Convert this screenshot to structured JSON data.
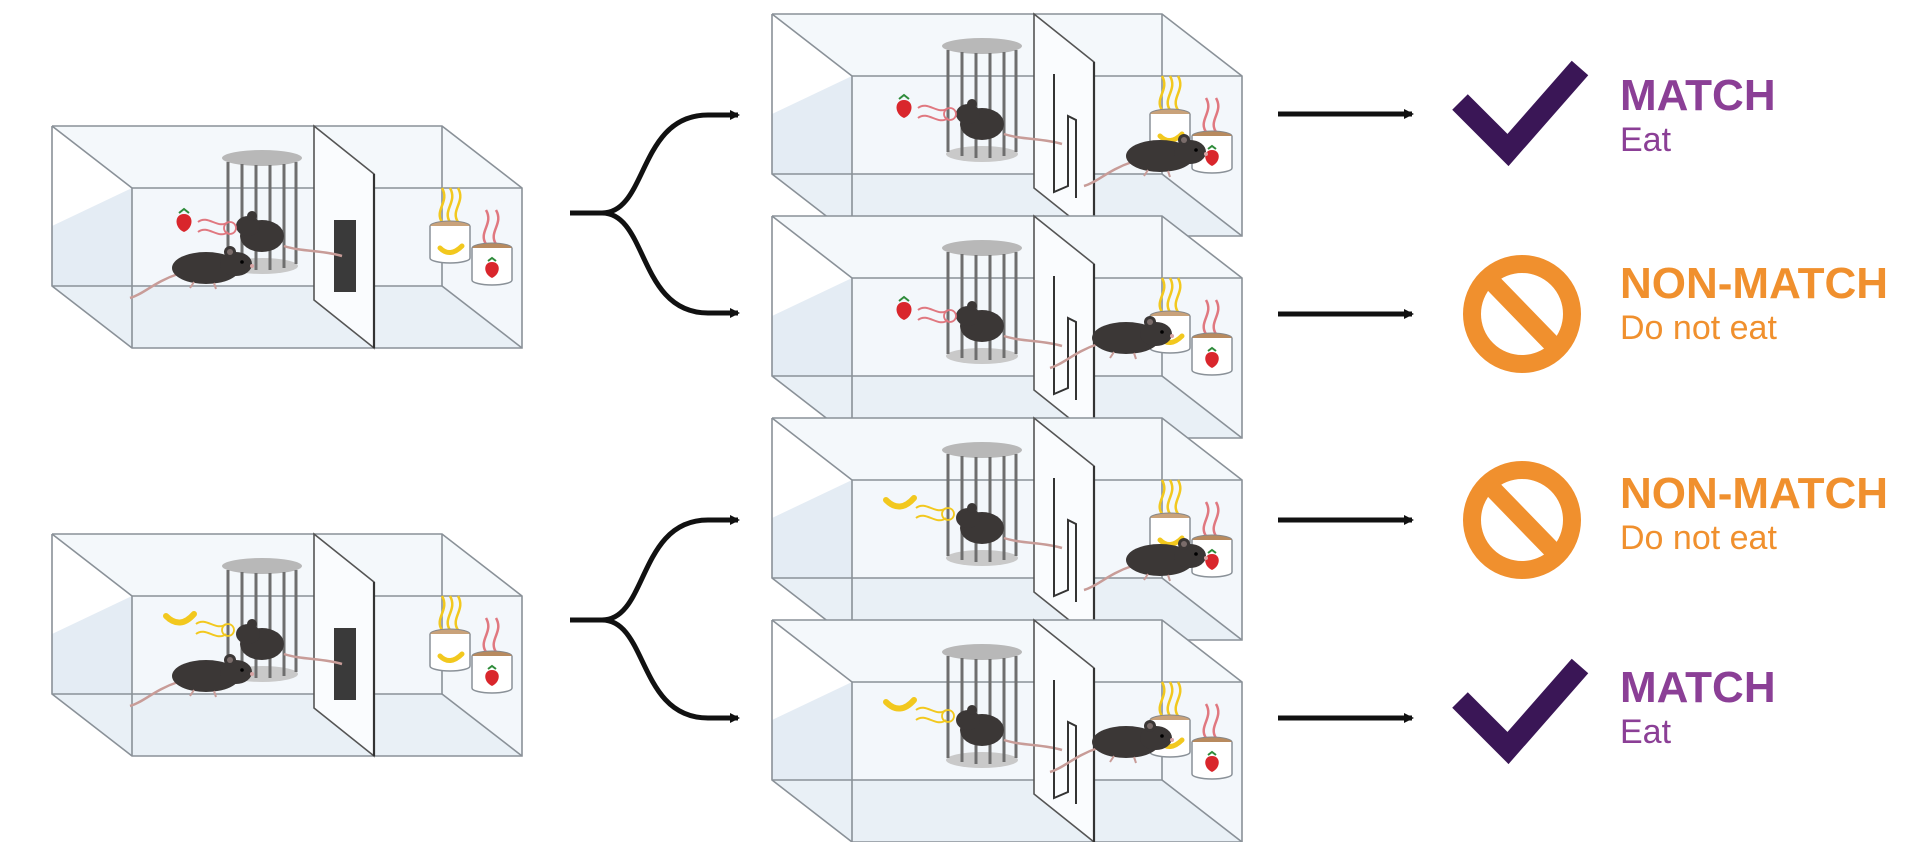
{
  "colors": {
    "match": "#8b3f96",
    "check": "#3a1656",
    "nonmatch": "#f0902e",
    "mouse": "#3b3736",
    "glass": "#eef3f8",
    "edge": "#8a9198",
    "arrow": "#111111",
    "banana": "#f2c81e",
    "strawberry": "#d9262c",
    "pink_odor": "#e07880",
    "yellow_odor": "#f2c81e"
  },
  "icons": {
    "check": "check-icon",
    "prohibited": "prohibited-icon"
  },
  "results": [
    {
      "title": "MATCH",
      "subtitle": "Eat",
      "kind": "match"
    },
    {
      "title": "NON-MATCH",
      "subtitle": "Do not eat",
      "kind": "nonmatch"
    },
    {
      "title": "NON-MATCH",
      "subtitle": "Do not eat",
      "kind": "nonmatch"
    },
    {
      "title": "MATCH",
      "subtitle": "Eat",
      "kind": "match"
    }
  ]
}
